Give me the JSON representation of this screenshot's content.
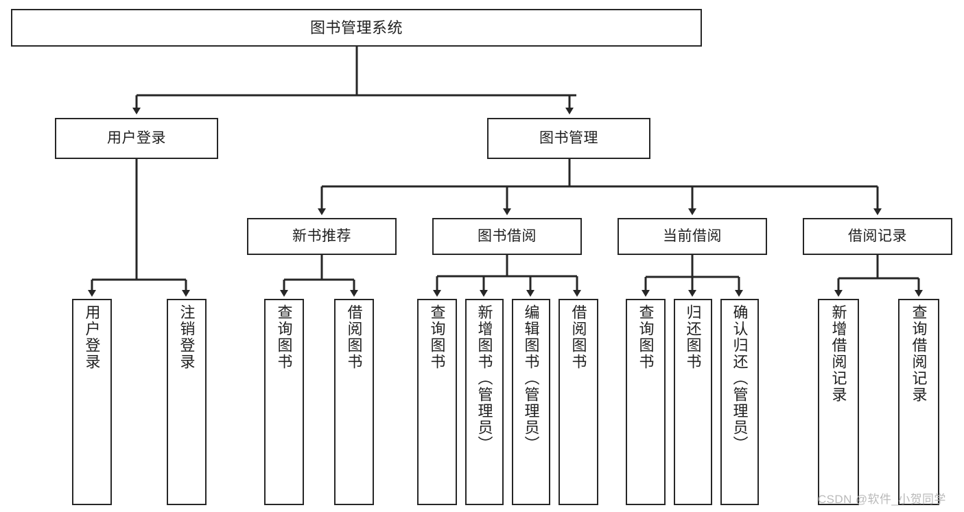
{
  "diagram": {
    "title": "图书管理系统",
    "root": {
      "label": "图书管理系统"
    },
    "level1": [
      {
        "label": "用户登录"
      },
      {
        "label": "图书管理"
      }
    ],
    "level2": [
      {
        "label": "新书推荐"
      },
      {
        "label": "图书借阅"
      },
      {
        "label": "当前借阅"
      },
      {
        "label": "借阅记录"
      }
    ],
    "leaves": {
      "user_login": [
        {
          "label": "用户登录"
        },
        {
          "label": "注销登录"
        }
      ],
      "new_book": [
        {
          "label": "查询图书"
        },
        {
          "label": "借阅图书"
        }
      ],
      "book_borrow": [
        {
          "label": "查询图书"
        },
        {
          "label": "新增图书（管理员）"
        },
        {
          "label": "编辑图书（管理员）"
        },
        {
          "label": "借阅图书"
        }
      ],
      "current_borrow": [
        {
          "label": "查询图书"
        },
        {
          "label": "归还图书"
        },
        {
          "label": "确认归还（管理员）"
        }
      ],
      "borrow_record": [
        {
          "label": "新增借阅记录"
        },
        {
          "label": "查询借阅记录"
        }
      ]
    }
  },
  "watermark": {
    "text": "CSDN @软件_小贺同学"
  },
  "colors": {
    "stroke": "#262626",
    "box_fill": "#ffffff",
    "text": "#1f1f1f",
    "watermark": "#b9b9b9"
  }
}
